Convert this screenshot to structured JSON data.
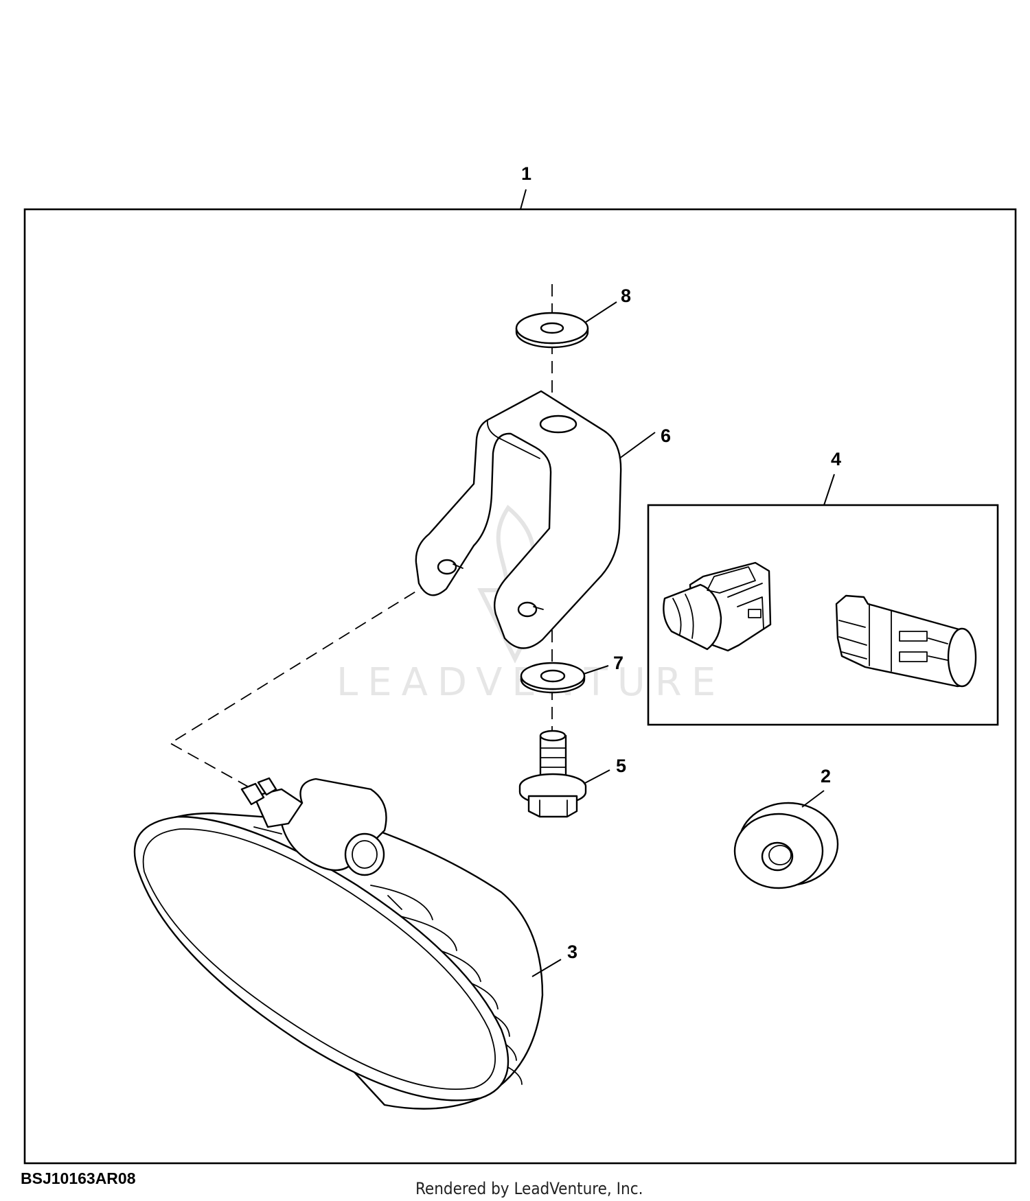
{
  "diagram": {
    "callouts": [
      {
        "id": "c1",
        "label": "1"
      },
      {
        "id": "c2",
        "label": "2"
      },
      {
        "id": "c3",
        "label": "3"
      },
      {
        "id": "c4",
        "label": "4"
      },
      {
        "id": "c5",
        "label": "5"
      },
      {
        "id": "c6",
        "label": "6"
      },
      {
        "id": "c7",
        "label": "7"
      },
      {
        "id": "c8",
        "label": "8"
      }
    ],
    "figure_id": "BSJ10163AR08",
    "watermark": "LEADVENTURE",
    "credit": "Rendered by LeadVenture, Inc."
  }
}
